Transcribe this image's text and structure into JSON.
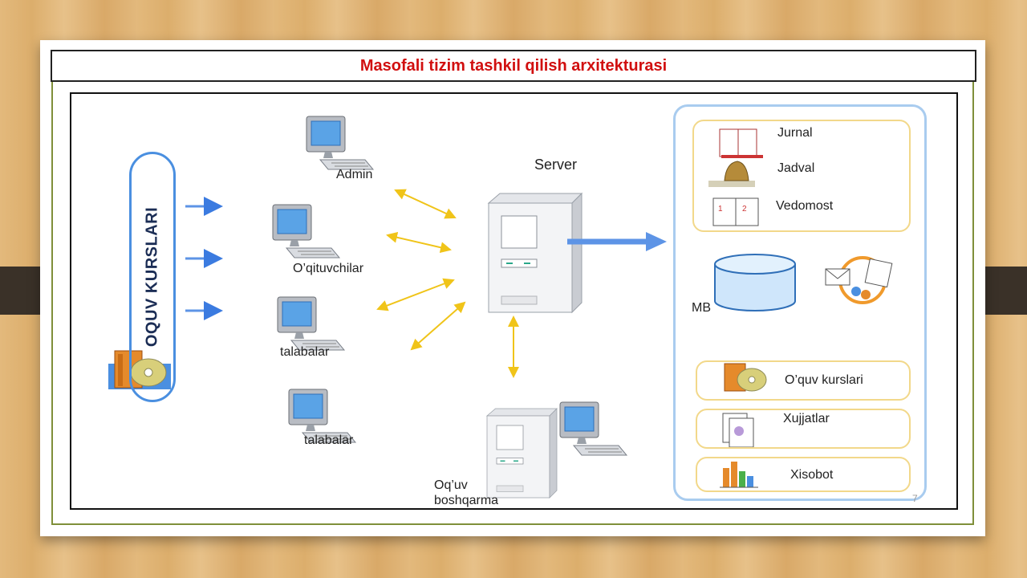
{
  "title": "Masofali tizim tashkil qilish arxitekturasi",
  "left_pill": "OQUV KURSLARI",
  "clients": [
    "Admin",
    "O’qituvchilar",
    "talabalar",
    "talabalar"
  ],
  "server_label": "Server",
  "management_label": [
    "Oq’uv",
    "boshqarma"
  ],
  "db_label": "MB",
  "top_group": [
    "Jurnal",
    "Jadval",
    "Vedomost"
  ],
  "bottom_items": [
    "O’quv kurslari",
    "Xujjatlar",
    "Xisobot"
  ],
  "page_number": "7"
}
